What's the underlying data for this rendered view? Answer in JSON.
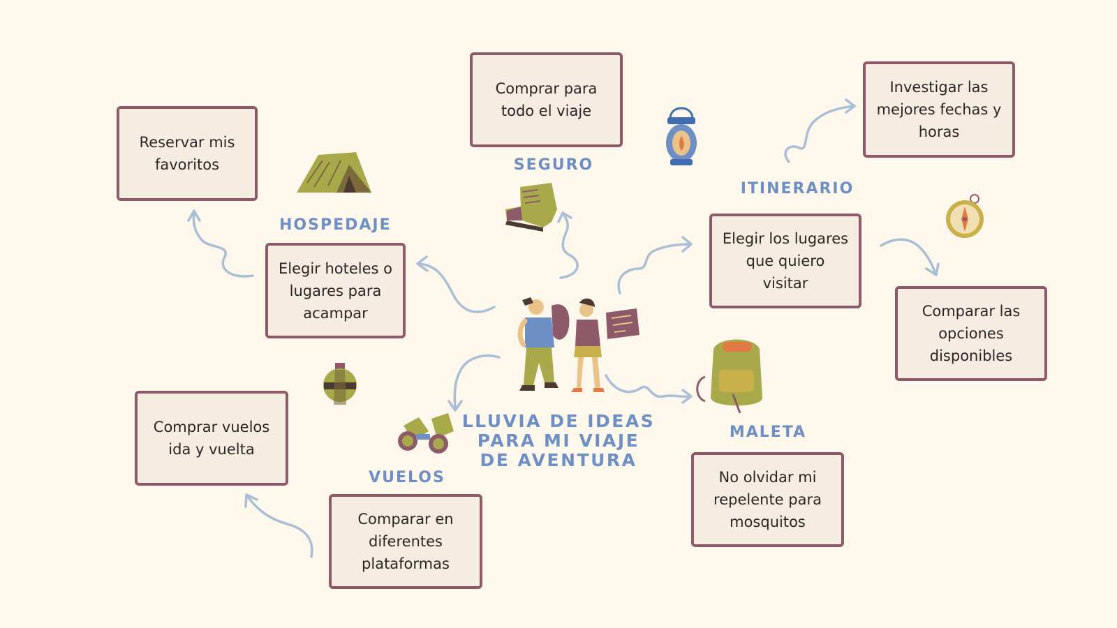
{
  "title": {
    "line1": "LLUVIA DE IDEAS",
    "line2": "PARA MI VIAJE",
    "line3": "DE AVENTURA"
  },
  "categories": {
    "seguro": "SEGURO",
    "itinerario": "ITINERARIO",
    "hospedaje": "HOSPEDAJE",
    "vuelos": "VUELOS",
    "maleta": "MALETA"
  },
  "boxes": {
    "seguro_1": "Comprar para todo el viaje",
    "hospedaje_1": "Elegir hoteles o lugares para acampar",
    "hospedaje_2": "Reservar mis favoritos",
    "itinerario_1": "Elegir los lugares que quiero visitar",
    "itinerario_2": "Investigar las mejores fechas y horas",
    "itinerario_3": "Comparar las opciones disponibles",
    "vuelos_1": "Comparar en diferentes plataformas",
    "vuelos_2": "Comprar vuelos ida y vuelta",
    "maleta_1": "No olvidar mi repelente para mosquitos"
  },
  "colors": {
    "background": "#fdf7ec",
    "box_fill": "#f5ede2",
    "box_border": "#8d5a6a",
    "heading": "#6e8fc4",
    "arrow": "#a9bfd6",
    "olive": "#a8a94a",
    "plum": "#8d5a6a"
  },
  "icons": [
    "tent-icon",
    "boot-icon",
    "lantern-icon",
    "compass-icon",
    "backpack-icon",
    "binoculars-icon",
    "canteen-icon",
    "travelers-illustration"
  ]
}
